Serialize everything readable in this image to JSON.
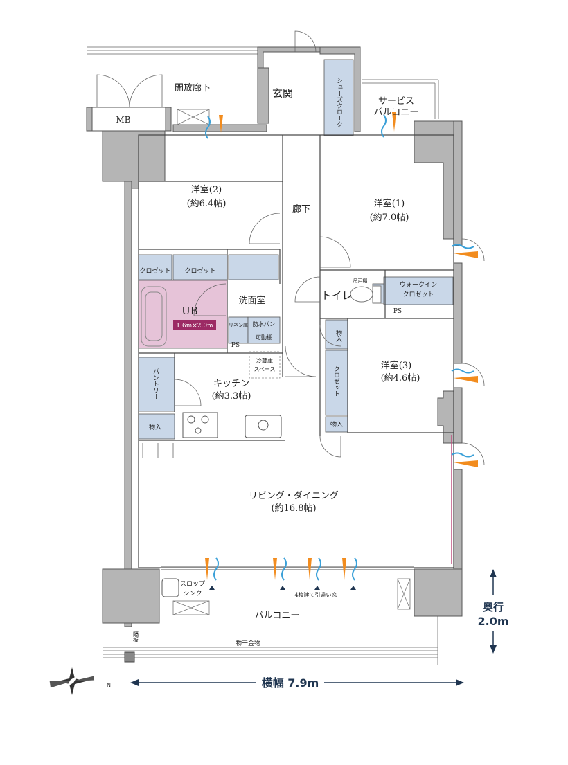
{
  "colors": {
    "wall": "#b5b5b5",
    "wall_stroke": "#555555",
    "storage": "#c9d7e8",
    "bath": "#e6c3d8",
    "bath_accent": "#9c2a64",
    "line": "#444444",
    "airflow_blue": "#3aa0d8",
    "airflow_orange": "#f28c1e",
    "dim": "#1f3550"
  },
  "rooms": {
    "open_corridor": "開放廊下",
    "mb": "MB",
    "entrance": "玄関",
    "shoe_closet": "シューズクローク",
    "service_balcony_1": "サービス",
    "service_balcony_2": "バルコニー",
    "western2_name": "洋室(2)",
    "western2_size": "(約6.4帖)",
    "hallway": "廊下",
    "western1_name": "洋室(1)",
    "western1_size": "(約7.0帖)",
    "closet_a": "クロゼット",
    "closet_b": "クロゼット",
    "washroom": "洗面室",
    "toilet": "トイレ",
    "upper_cabinet": "吊戸棚",
    "walkin_1": "ウォークイン",
    "walkin_2": "クロゼット",
    "ps_a": "PS",
    "ps_b": "PS",
    "ub": "UB",
    "ub_size": "1.6m×2.0m",
    "linen": "リネン庫",
    "waterproof_pan": "防水パン",
    "movable_shelf": "可動棚",
    "storage_a": "物入",
    "storage_b": "物入",
    "storage_c": "物入",
    "fridge_1": "冷蔵庫",
    "fridge_2": "スペース",
    "pantry": "パントリー",
    "kitchen_name": "キッチン",
    "kitchen_size": "(約3.3帖)",
    "closet_c": "クロゼット",
    "western3_name": "洋室(3)",
    "western3_size": "(約4.6帖)",
    "living_name": "リビング・ダイニング",
    "living_size": "(約16.8帖)",
    "slop_1": "スロップ",
    "slop_2": "シンク",
    "window_note": "4枚建て引違い窓",
    "balcony": "バルコニー",
    "partition": "隔板",
    "drying_rack": "物干金物"
  },
  "compass": {
    "north": "N"
  },
  "dimensions": {
    "depth_label": "奥行",
    "depth_value": "2.0m",
    "width_label": "横幅 7.9m"
  },
  "icons": {
    "compass": "compass-rose-icon",
    "airflow": "airflow-icon",
    "stove": "stove-icon",
    "sink": "sink-icon",
    "toilet": "toilet-icon",
    "bathtub": "bathtub-icon",
    "arrow": "arrow-icon"
  }
}
